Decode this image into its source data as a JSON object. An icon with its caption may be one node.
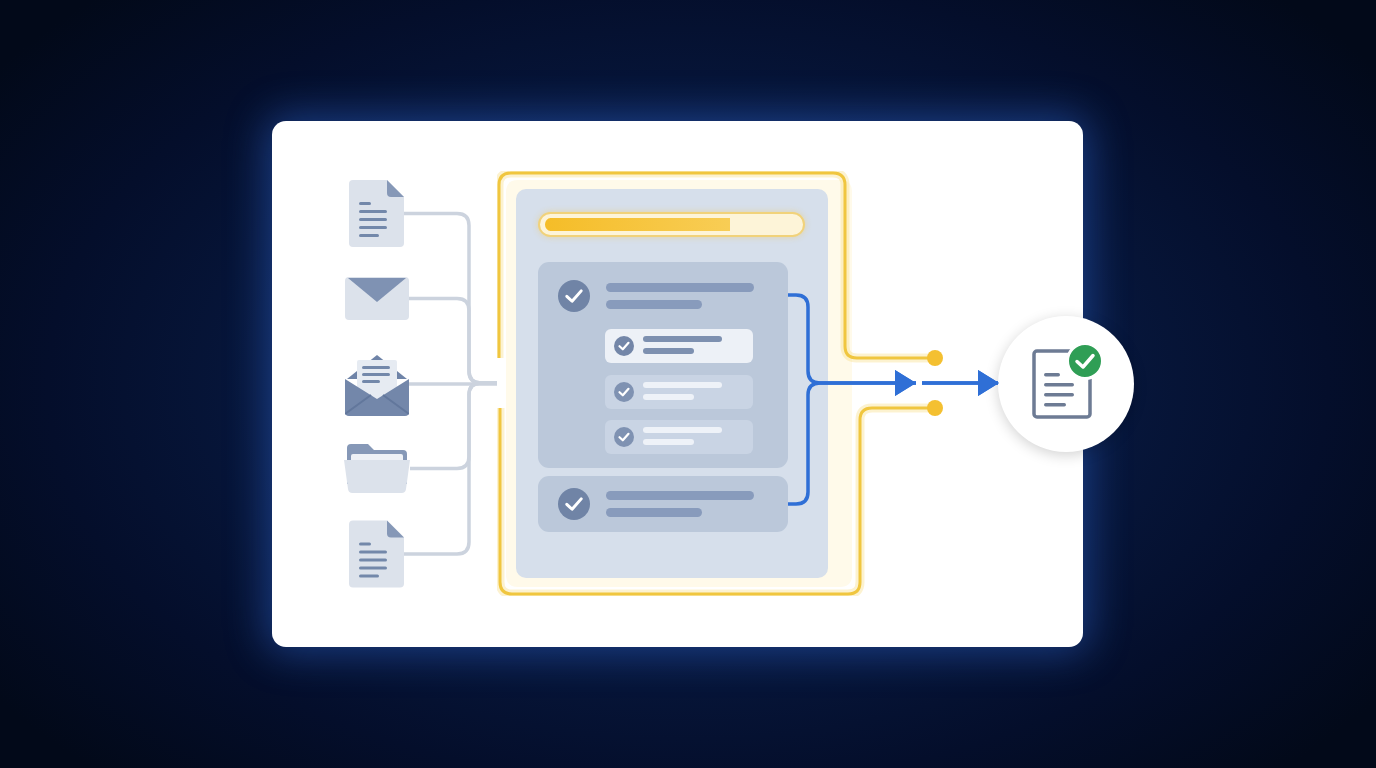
{
  "diagram": {
    "nodes": [
      {
        "text": [],
        "shape": "picture"
      },
      {
        "text": [],
        "shape": "picture"
      },
      {
        "text": [],
        "shape": "picture"
      },
      {
        "text": [],
        "shape": "picture"
      },
      {
        "text": [],
        "shape": "picture"
      },
      {
        "text": [],
        "shape": "box"
      },
      {
        "text": [],
        "shape": "box",
        "in": 5
      },
      {
        "text": [],
        "shape": "bar",
        "in": 6
      },
      {
        "text": [],
        "shape": "box",
        "in": 6
      },
      {
        "text": [],
        "shape": "box",
        "in": 8
      },
      {
        "text": [],
        "shape": "box",
        "in": 8
      },
      {
        "text": [],
        "shape": "box",
        "in": 8
      },
      {
        "text": [],
        "shape": "box",
        "in": 6
      },
      {
        "text": [],
        "shape": "circle"
      }
    ],
    "edges": [
      {
        "from": 0,
        "to": 5,
        "arrow": "none"
      },
      {
        "from": 1,
        "to": 5,
        "arrow": "none"
      },
      {
        "from": 2,
        "to": 5,
        "arrow": "none"
      },
      {
        "from": 3,
        "to": 5,
        "arrow": "none"
      },
      {
        "from": 4,
        "to": 5,
        "arrow": "none"
      },
      {
        "from": 8,
        "to": 13,
        "arrow": "to",
        "color": "#2f6fd6"
      },
      {
        "from": 12,
        "to": 13,
        "arrow": "to",
        "color": "#2f6fd6"
      }
    ]
  }
}
